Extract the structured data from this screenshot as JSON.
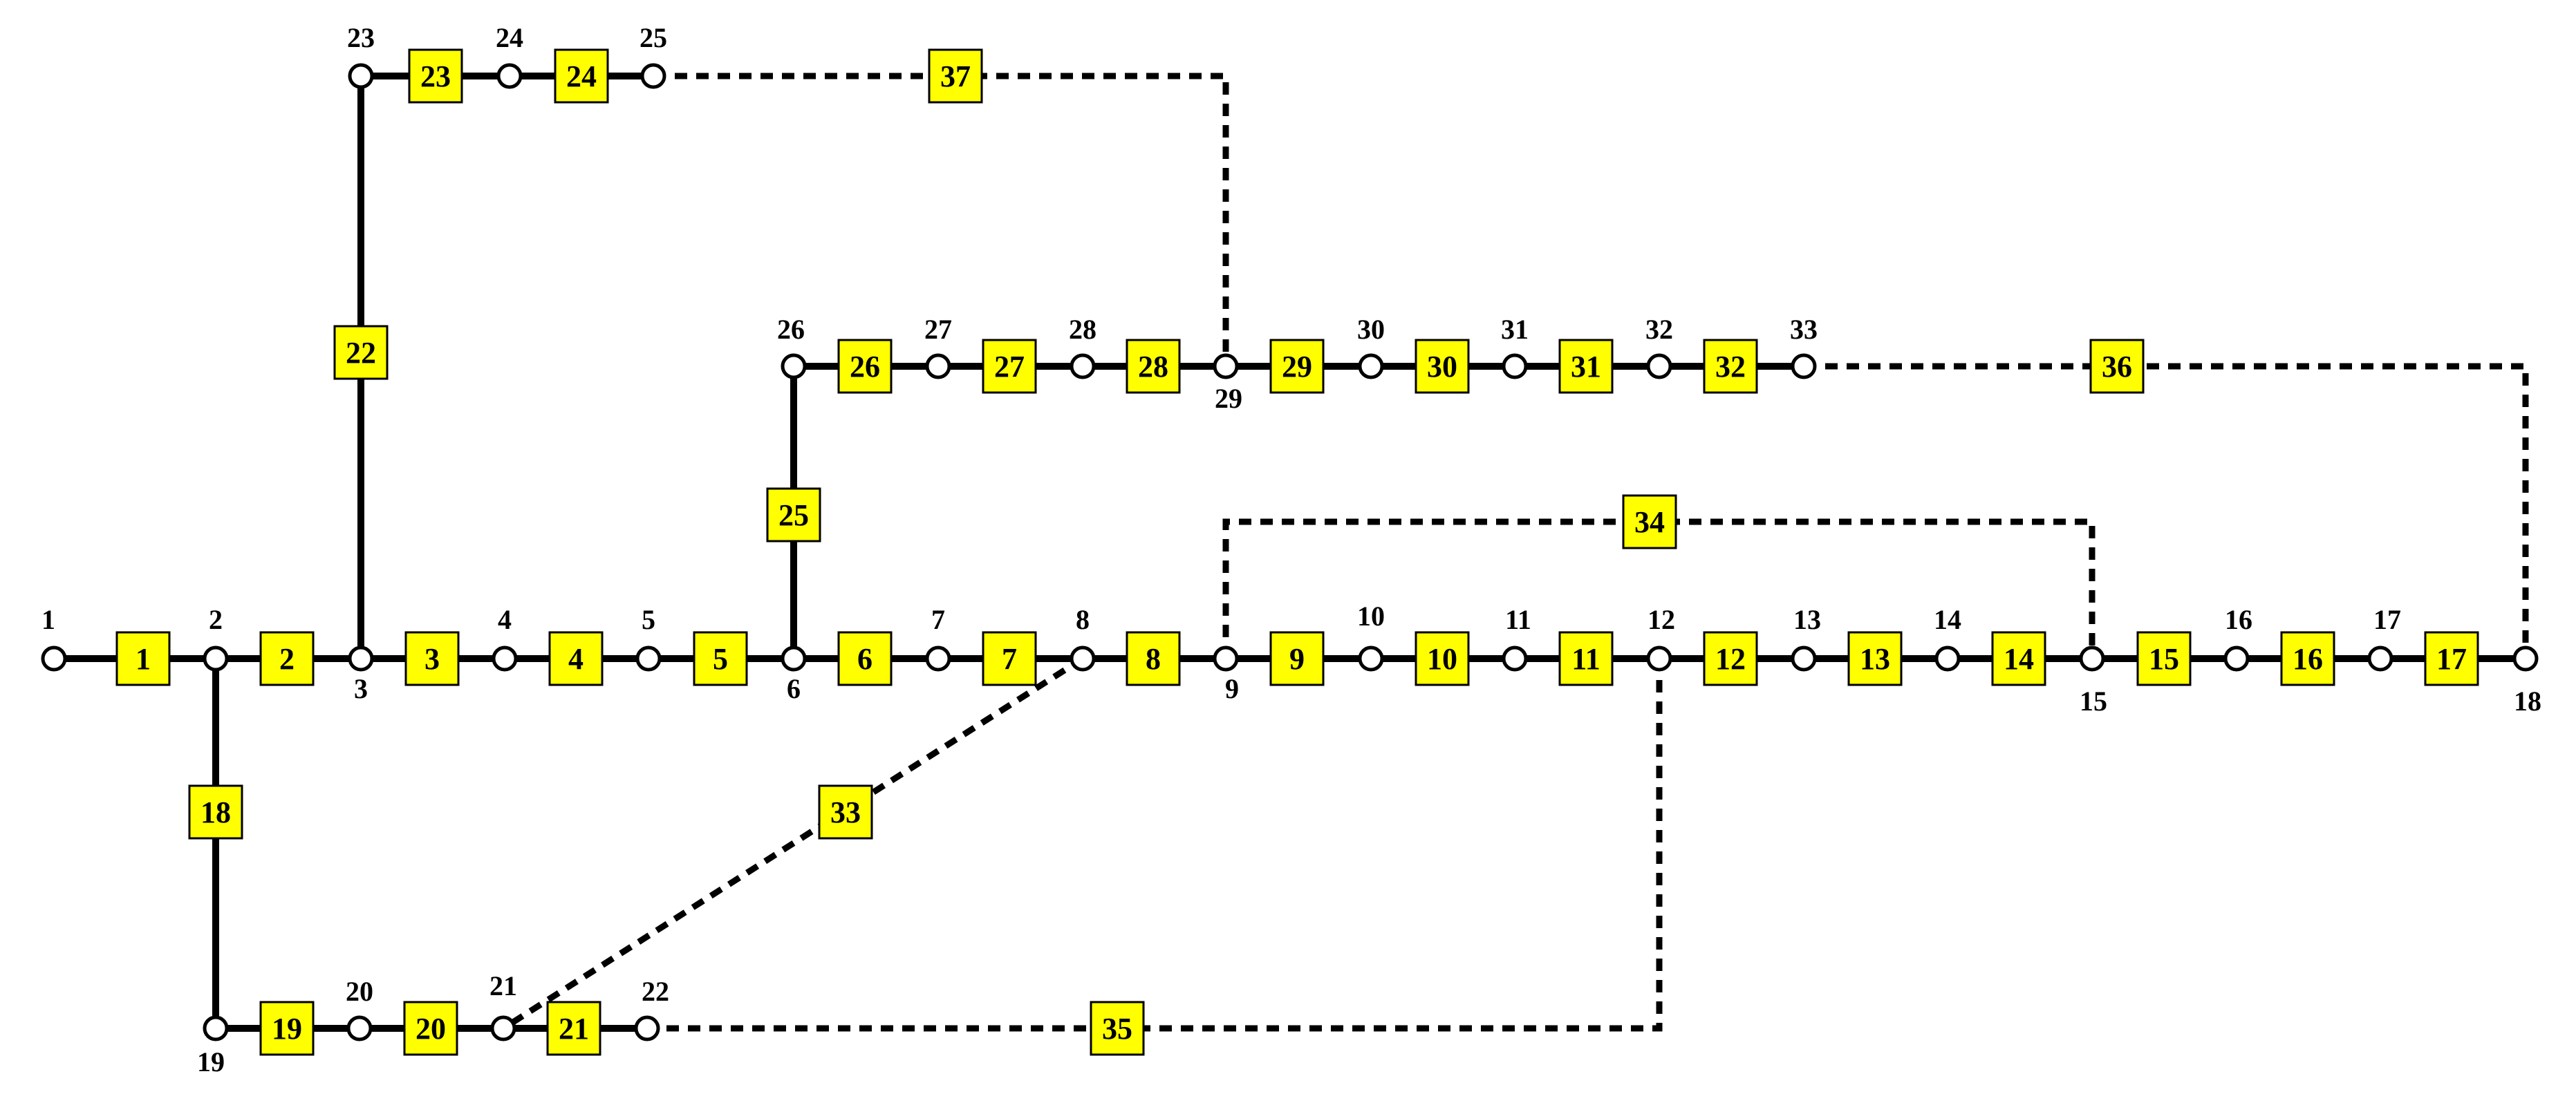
{
  "colors": {
    "line": "#000000",
    "box_fill": "#ffff00",
    "box_stroke": "#000000",
    "node_fill": "#ffffff",
    "text": "#000000"
  },
  "nodes": [
    {
      "id": "1",
      "label": "1"
    },
    {
      "id": "2",
      "label": "2"
    },
    {
      "id": "3",
      "label": "3"
    },
    {
      "id": "4",
      "label": "4"
    },
    {
      "id": "5",
      "label": "5"
    },
    {
      "id": "6",
      "label": "6"
    },
    {
      "id": "7",
      "label": "7"
    },
    {
      "id": "8",
      "label": "8"
    },
    {
      "id": "9",
      "label": "9"
    },
    {
      "id": "10",
      "label": "10"
    },
    {
      "id": "11",
      "label": "11"
    },
    {
      "id": "12",
      "label": "12"
    },
    {
      "id": "13",
      "label": "13"
    },
    {
      "id": "14",
      "label": "14"
    },
    {
      "id": "15",
      "label": "15"
    },
    {
      "id": "16",
      "label": "16"
    },
    {
      "id": "17",
      "label": "17"
    },
    {
      "id": "18",
      "label": "18"
    },
    {
      "id": "19",
      "label": "19"
    },
    {
      "id": "20",
      "label": "20"
    },
    {
      "id": "21",
      "label": "21"
    },
    {
      "id": "22",
      "label": "22"
    },
    {
      "id": "23",
      "label": "23"
    },
    {
      "id": "24",
      "label": "24"
    },
    {
      "id": "25",
      "label": "25"
    },
    {
      "id": "26",
      "label": "26"
    },
    {
      "id": "27",
      "label": "27"
    },
    {
      "id": "28",
      "label": "28"
    },
    {
      "id": "29",
      "label": "29"
    },
    {
      "id": "30",
      "label": "30"
    },
    {
      "id": "31",
      "label": "31"
    },
    {
      "id": "32",
      "label": "32"
    },
    {
      "id": "33",
      "label": "33"
    }
  ],
  "branches": [
    {
      "label": "1",
      "from": "1",
      "to": "2",
      "style": "solid"
    },
    {
      "label": "2",
      "from": "2",
      "to": "3",
      "style": "solid"
    },
    {
      "label": "3",
      "from": "3",
      "to": "4",
      "style": "solid"
    },
    {
      "label": "4",
      "from": "4",
      "to": "5",
      "style": "solid"
    },
    {
      "label": "5",
      "from": "5",
      "to": "6",
      "style": "solid"
    },
    {
      "label": "6",
      "from": "6",
      "to": "7",
      "style": "solid"
    },
    {
      "label": "7",
      "from": "7",
      "to": "8",
      "style": "solid"
    },
    {
      "label": "8",
      "from": "8",
      "to": "9",
      "style": "solid"
    },
    {
      "label": "9",
      "from": "9",
      "to": "10",
      "style": "solid"
    },
    {
      "label": "10",
      "from": "10",
      "to": "11",
      "style": "solid"
    },
    {
      "label": "11",
      "from": "11",
      "to": "12",
      "style": "solid"
    },
    {
      "label": "12",
      "from": "12",
      "to": "13",
      "style": "solid"
    },
    {
      "label": "13",
      "from": "13",
      "to": "14",
      "style": "solid"
    },
    {
      "label": "14",
      "from": "14",
      "to": "15",
      "style": "solid"
    },
    {
      "label": "15",
      "from": "15",
      "to": "16",
      "style": "solid"
    },
    {
      "label": "16",
      "from": "16",
      "to": "17",
      "style": "solid"
    },
    {
      "label": "17",
      "from": "17",
      "to": "18",
      "style": "solid"
    },
    {
      "label": "18",
      "from": "2",
      "to": "19",
      "style": "solid"
    },
    {
      "label": "19",
      "from": "19",
      "to": "20",
      "style": "solid"
    },
    {
      "label": "20",
      "from": "20",
      "to": "21",
      "style": "solid"
    },
    {
      "label": "21",
      "from": "21",
      "to": "22",
      "style": "solid"
    },
    {
      "label": "22",
      "from": "3",
      "to": "23",
      "style": "solid"
    },
    {
      "label": "23",
      "from": "23",
      "to": "24",
      "style": "solid"
    },
    {
      "label": "24",
      "from": "24",
      "to": "25",
      "style": "solid"
    },
    {
      "label": "25",
      "from": "6",
      "to": "26",
      "style": "solid"
    },
    {
      "label": "26",
      "from": "26",
      "to": "27",
      "style": "solid"
    },
    {
      "label": "27",
      "from": "27",
      "to": "28",
      "style": "solid"
    },
    {
      "label": "28",
      "from": "28",
      "to": "29",
      "style": "solid"
    },
    {
      "label": "29",
      "from": "29",
      "to": "30",
      "style": "solid"
    },
    {
      "label": "30",
      "from": "30",
      "to": "31",
      "style": "solid"
    },
    {
      "label": "31",
      "from": "31",
      "to": "32",
      "style": "solid"
    },
    {
      "label": "32",
      "from": "32",
      "to": "33",
      "style": "solid"
    },
    {
      "label": "33",
      "from": "8",
      "to": "21",
      "style": "dashed"
    },
    {
      "label": "34",
      "from": "9",
      "to": "15",
      "style": "dashed"
    },
    {
      "label": "35",
      "from": "12",
      "to": "22",
      "style": "dashed"
    },
    {
      "label": "36",
      "from": "18",
      "to": "33",
      "style": "dashed"
    },
    {
      "label": "37",
      "from": "25",
      "to": "29",
      "style": "dashed"
    }
  ]
}
